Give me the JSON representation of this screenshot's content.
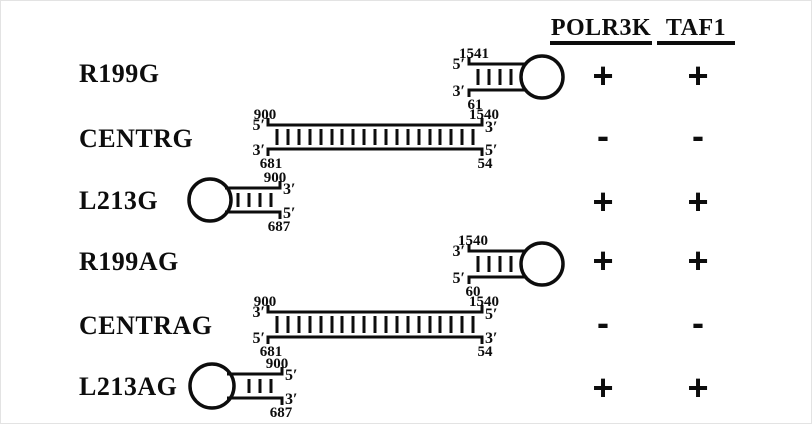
{
  "figure": {
    "background": "#ffffff",
    "ink": "#0d0d0d",
    "description": "RNA secondary-structure constructs with hairpin and duplex diagrams scored against two factors"
  },
  "header": {
    "columns": [
      {
        "label": "POLR3K"
      },
      {
        "label": "TAF1"
      }
    ]
  },
  "rows": [
    {
      "name": "R199G",
      "polr3k": "+",
      "taf1": "+",
      "structure": {
        "type": "hairpin",
        "loop_side": "right",
        "top_number": "1541",
        "top_end": "5′",
        "bottom_end": "3′",
        "bottom_number": "61",
        "base_pairs": 4
      }
    },
    {
      "name": "CENTRG",
      "polr3k": "-",
      "taf1": "-",
      "structure": {
        "type": "duplex",
        "top_left_number": "900",
        "top_left_end": "5′",
        "top_right_number": "1540",
        "top_right_end": "3′",
        "bottom_left_end": "3′",
        "bottom_left_number": "681",
        "bottom_right_end": "5′",
        "bottom_right_number": "54",
        "base_pairs": 19
      }
    },
    {
      "name": "L213G",
      "polr3k": "+",
      "taf1": "+",
      "structure": {
        "type": "hairpin",
        "loop_side": "left",
        "top_number": "900",
        "top_end": "3′",
        "bottom_end": "5′",
        "bottom_number": "687",
        "base_pairs": 4
      }
    },
    {
      "name": "R199AG",
      "polr3k": "+",
      "taf1": "+",
      "structure": {
        "type": "hairpin",
        "loop_side": "right",
        "top_number": "1540",
        "top_end": "3′",
        "bottom_end": "5′",
        "bottom_number": "60",
        "base_pairs": 4
      }
    },
    {
      "name": "CENTRAG",
      "polr3k": "-",
      "taf1": "-",
      "structure": {
        "type": "duplex",
        "top_left_number": "900",
        "top_left_end": "3′",
        "top_right_number": "1540",
        "top_right_end": "5′",
        "bottom_left_end": "5′",
        "bottom_left_number": "681",
        "bottom_right_end": "3′",
        "bottom_right_number": "54",
        "base_pairs": 19
      }
    },
    {
      "name": "L213AG",
      "polr3k": "+",
      "taf1": "+",
      "structure": {
        "type": "hairpin",
        "loop_side": "left",
        "top_number": "900",
        "top_end": "5′",
        "bottom_end": "3′",
        "bottom_number": "687",
        "base_pairs": 3
      }
    }
  ]
}
